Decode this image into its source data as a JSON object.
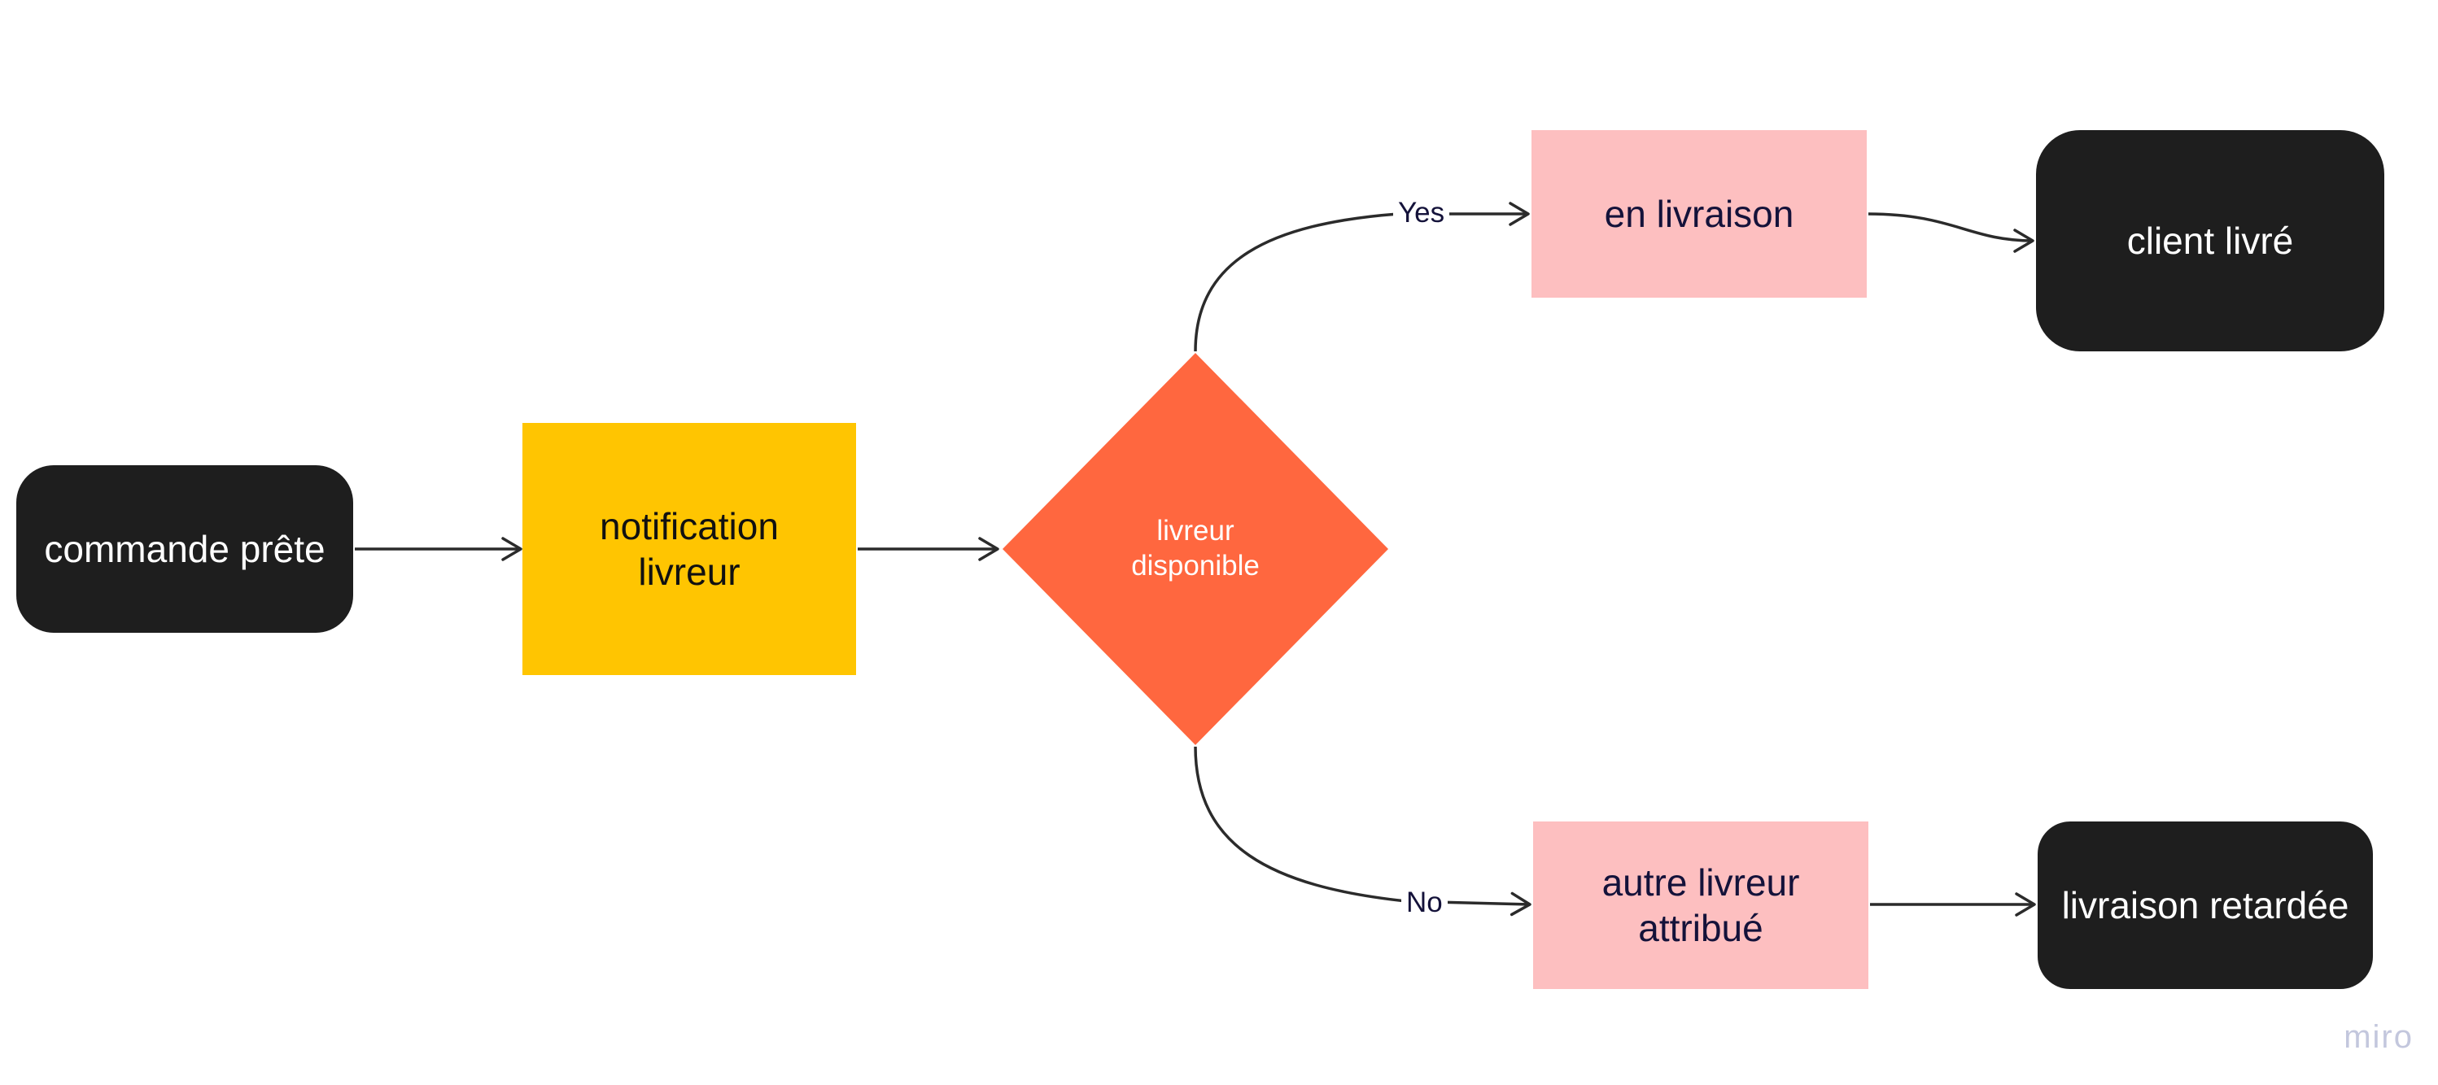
{
  "nodes": {
    "commande_prete": "commande prête",
    "notification_livreur": "notification\nlivreur",
    "livreur_disponible": "livreur\ndisponible",
    "en_livraison": "en livraison",
    "client_livre": "client livré",
    "autre_livreur": "autre livreur\nattribué",
    "livraison_retardee": "livraison retardée"
  },
  "edges": {
    "yes_label": "Yes",
    "no_label": "No"
  },
  "colors": {
    "terminal": "#1e1e1e",
    "yellow": "#ffc501",
    "decision": "#ff673f",
    "pink": "#fdbfc0",
    "connector": "#2b2b2b"
  },
  "watermark": "miro"
}
